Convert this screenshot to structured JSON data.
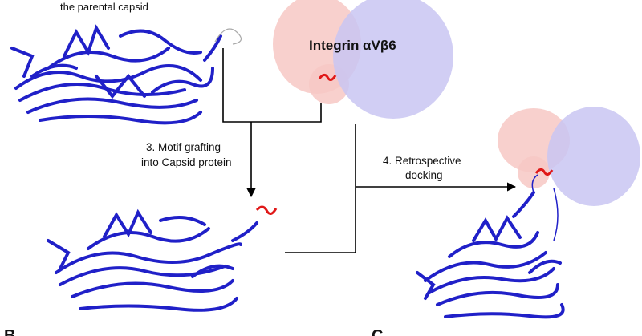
{
  "labels": {
    "top_caption": "the parental capsid",
    "integrin_title": "Integrin αVβ6",
    "step3_line1": "3. Motif grafting",
    "step3_line2": "into Capsid protein",
    "step4_line1": "4. Retrospective",
    "step4_line2": "docking",
    "panel_b": "B",
    "panel_c": "C"
  },
  "colors": {
    "capsid_strand": "#2020c8",
    "motif_red": "#e01818",
    "integrin_alpha": "#f7c8c4",
    "integrin_beta": "#c9c6f2",
    "arrow": "#000000"
  }
}
